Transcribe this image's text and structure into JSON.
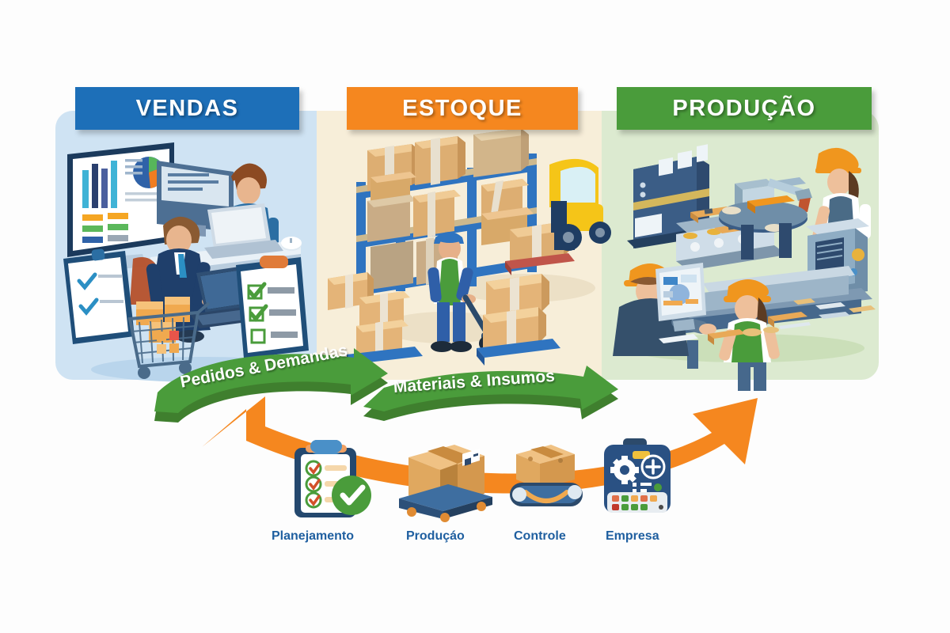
{
  "title": "Fluxo Vendas - Estoque - Producao",
  "panels": [
    {
      "id": "vendas",
      "label": "VENDAS",
      "banner_color": "#1d6fb8",
      "bg_color": "#cfe3f3",
      "scene": "sales-office-scene"
    },
    {
      "id": "estoque",
      "label": "ESTOQUE",
      "banner_color": "#f5871f",
      "bg_color": "#f7eed9",
      "scene": "warehouse-scene"
    },
    {
      "id": "producao",
      "label": "PRODUÇÃO",
      "banner_color": "#4a9c3b",
      "bg_color": "#dcead0",
      "scene": "factory-scene"
    }
  ],
  "flow_arrows": [
    {
      "id": "arrow-pedidos",
      "label": "Pedidos & Demandas",
      "color": "#4a9c3b",
      "direction": "right"
    },
    {
      "id": "arrow-materiais",
      "label": "Materiais & Insumos",
      "color": "#4a9c3b",
      "direction": "right"
    },
    {
      "id": "arrow-retorno",
      "label": "",
      "color": "#f5871f",
      "direction": "left"
    }
  ],
  "bottom_icons": [
    {
      "id": "planejamento",
      "label": "Planejamento",
      "icon": "clipboard-check-icon"
    },
    {
      "id": "producao",
      "label": "Produçáo",
      "icon": "box-on-cart-icon"
    },
    {
      "id": "controle",
      "label": "Controle",
      "icon": "conveyor-box-icon"
    },
    {
      "id": "empresa",
      "label": "Empresa",
      "icon": "control-panel-icon"
    }
  ],
  "colors": {
    "blue": "#1d6fb8",
    "orange": "#f5871f",
    "green": "#4a9c3b",
    "label_blue": "#1f5fa0",
    "panel_blue": "#cfe3f3",
    "panel_cream": "#f7eed9",
    "panel_green": "#dcead0",
    "white": "#ffffff"
  }
}
